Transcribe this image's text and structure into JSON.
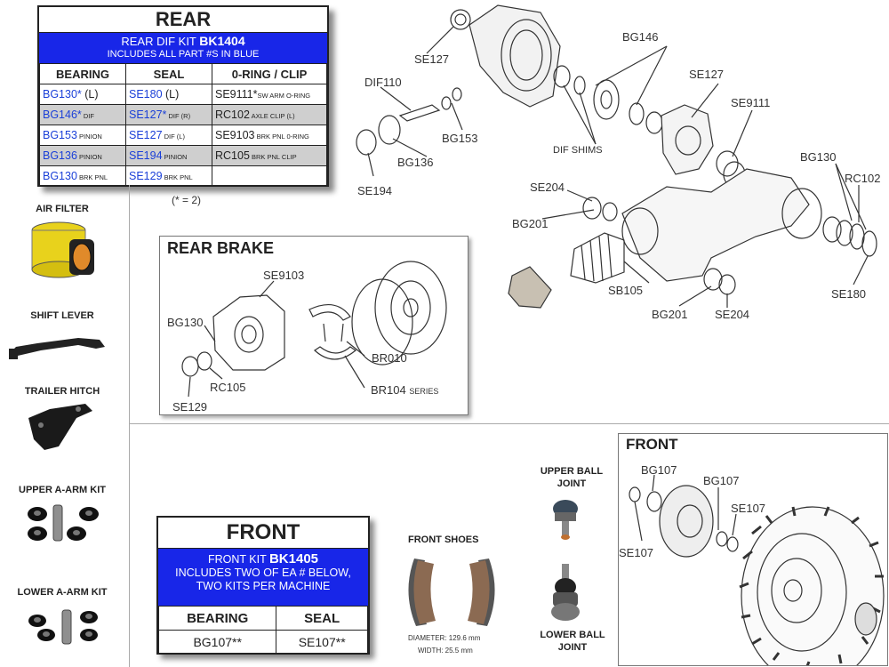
{
  "rear_table": {
    "title": "REAR",
    "banner_line1_prefix": "REAR DIF KIT ",
    "banner_kit": "BK1404",
    "banner_line2": "INCLUDES ALL PART #S IN BLUE",
    "headers": [
      "BEARING",
      "SEAL",
      "0-RING / CLIP"
    ],
    "rows": [
      {
        "bearing": "BG130*",
        "bearing_sub": " (L)",
        "seal": "SE180",
        "seal_sub": " (L)",
        "clip": "SE9111*",
        "clip_sub": "SW ARM O-RING"
      },
      {
        "bearing": "BG146*",
        "bearing_sub": " DIF",
        "seal": "SE127*",
        "seal_sub": " DIF (R)",
        "clip": "RC102",
        "clip_sub": " AXLE CLIP (L)"
      },
      {
        "bearing": "BG153",
        "bearing_sub": " PINION",
        "seal": "SE127",
        "seal_sub": " DIF (L)",
        "clip": "SE9103",
        "clip_sub": " BRK PNL 0-RING"
      },
      {
        "bearing": "BG136",
        "bearing_sub": " PINION",
        "seal": "SE194",
        "seal_sub": " PINION",
        "clip": "RC105",
        "clip_sub": " BRK PNL CLIP"
      },
      {
        "bearing": "BG130",
        "bearing_sub": " BRK PNL",
        "seal": "SE129",
        "seal_sub": " BRK PNL",
        "clip": "",
        "clip_sub": ""
      }
    ],
    "footnote": "(* = 2)"
  },
  "sidebar": {
    "items": [
      {
        "label": "AIR FILTER"
      },
      {
        "label": "SHIFT LEVER"
      },
      {
        "label": "TRAILER HITCH"
      },
      {
        "label": "UPPER A-ARM KIT"
      },
      {
        "label": "LOWER A-ARM KIT"
      }
    ]
  },
  "rear_diagram_labels": {
    "se127_top": "SE127",
    "bg146": "BG146",
    "se127_right": "SE127",
    "se9111": "SE9111",
    "dif110": "DIF110",
    "bg153": "BG153",
    "dif_shims": "DIF SHIMS",
    "bg136": "BG136",
    "se194": "SE194",
    "se204_top": "SE204",
    "bg201_left": "BG201",
    "bg130": "BG130",
    "rc102": "RC102",
    "sb105": "SB105",
    "bg201_bottom": "BG201",
    "se204_bottom": "SE204",
    "se180": "SE180"
  },
  "rear_brake": {
    "title": "REAR BRAKE",
    "se9103": "SE9103",
    "bg130": "BG130",
    "br010": "BR010",
    "rc105": "RC105",
    "br104": "BR104",
    "br104_sub": "SERIES",
    "se129": "SE129"
  },
  "front_table": {
    "title": "FRONT",
    "banner_line1_prefix": "FRONT KIT ",
    "banner_kit": "BK1405",
    "banner_line2": "INCLUDES TWO OF EA # BELOW,",
    "banner_line3": "TWO KITS PER MACHINE",
    "headers": [
      "BEARING",
      "SEAL"
    ],
    "row": [
      "BG107**",
      "SE107**"
    ]
  },
  "front_shoes": {
    "title": "FRONT SHOES",
    "diameter": "DIAMETER: 129.6 mm",
    "width": "WIDTH: 25.5 mm"
  },
  "ball_joints": {
    "upper_line1": "UPPER BALL",
    "upper_line2": "JOINT",
    "lower_line1": "LOWER BALL",
    "lower_line2": "JOINT"
  },
  "front_box": {
    "title": "FRONT",
    "bg107_a": "BG107",
    "bg107_b": "BG107",
    "se107_a": "SE107",
    "se107_b": "SE107"
  }
}
